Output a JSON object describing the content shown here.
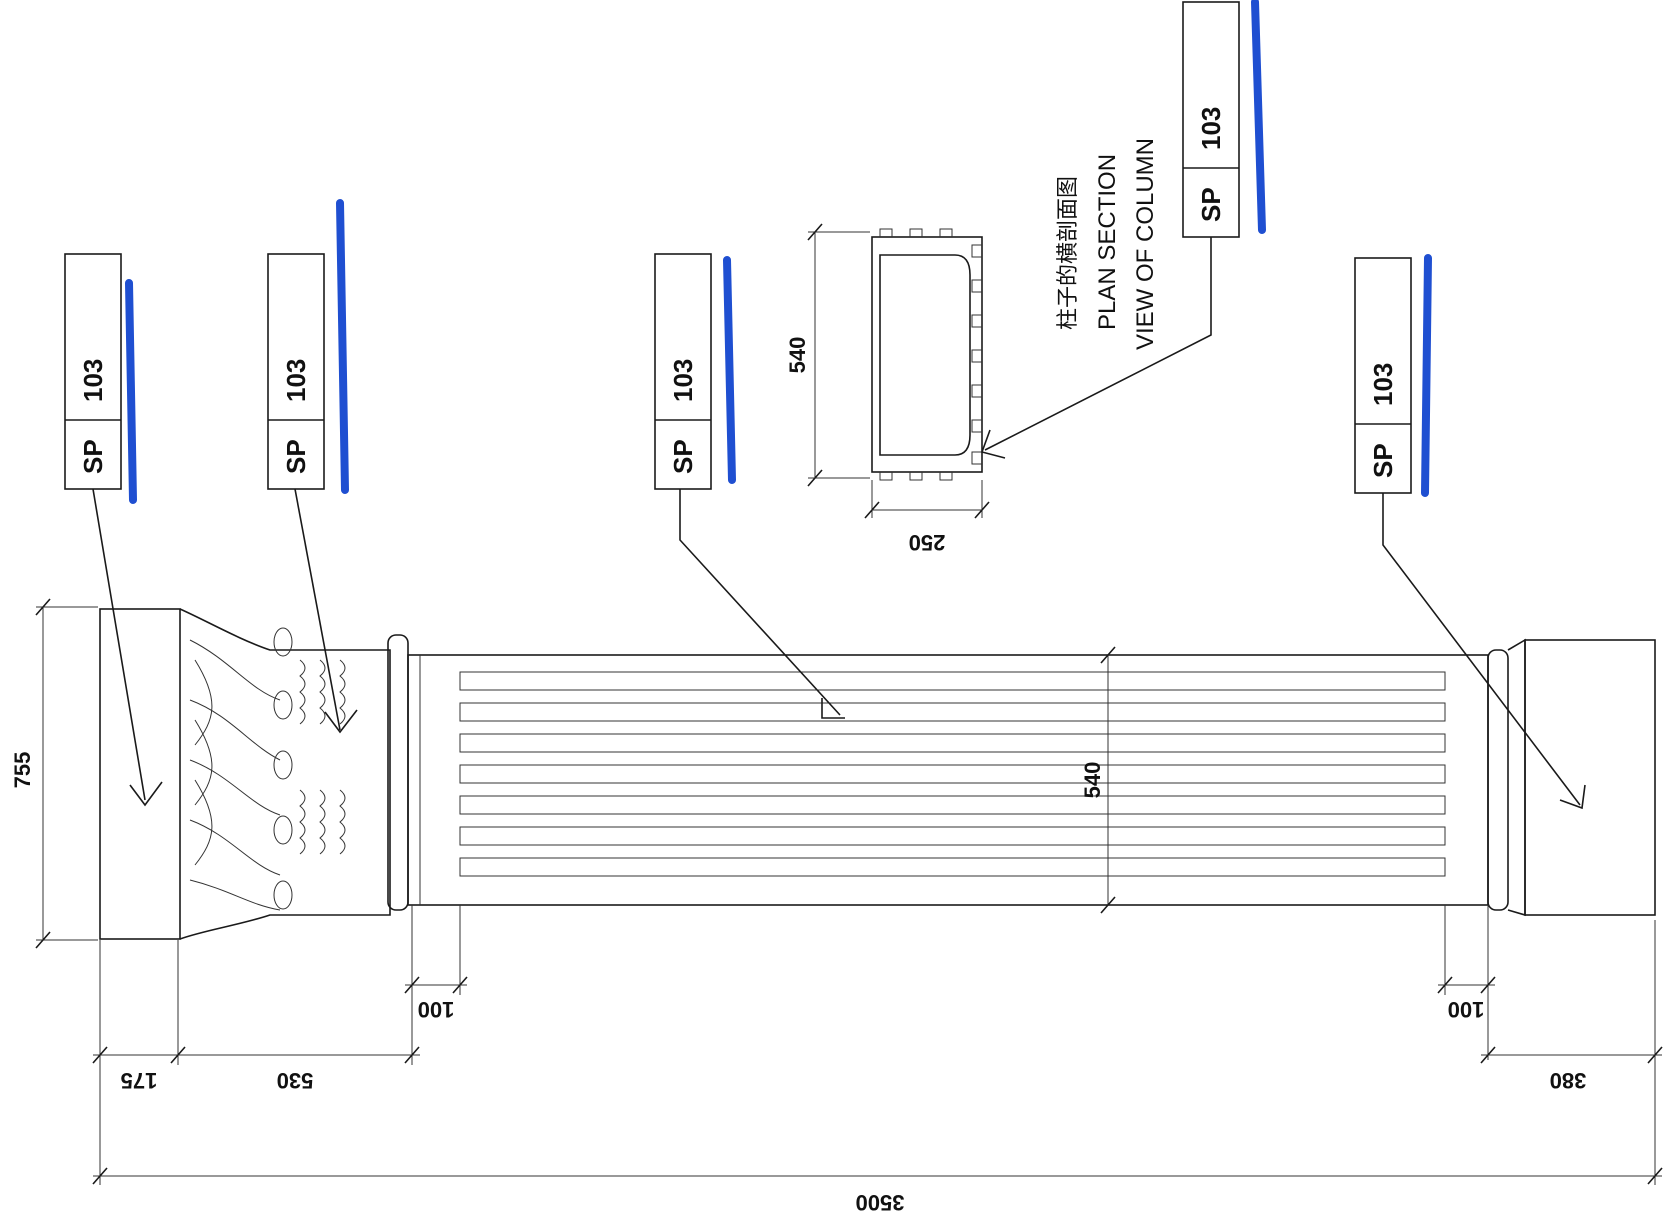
{
  "drawing": {
    "tags": [
      {
        "prefix": "SP",
        "code": "103"
      },
      {
        "prefix": "SP",
        "code": "103"
      },
      {
        "prefix": "SP",
        "code": "103"
      },
      {
        "prefix": "SP",
        "code": "103"
      },
      {
        "prefix": "SP",
        "code": "103"
      }
    ],
    "section_note": {
      "cn": "柱子的横剖面图",
      "en_line1": "PLAN SECTION",
      "en_line2": "VIEW OF COLUMN"
    },
    "dimensions": {
      "capital_height": "755",
      "shaft_diameter": "540",
      "section_width": "540",
      "section_depth": "250",
      "abacus": "175",
      "capital": "530",
      "neck_left": "100",
      "neck_right": "100",
      "base": "380",
      "total": "3500"
    }
  }
}
